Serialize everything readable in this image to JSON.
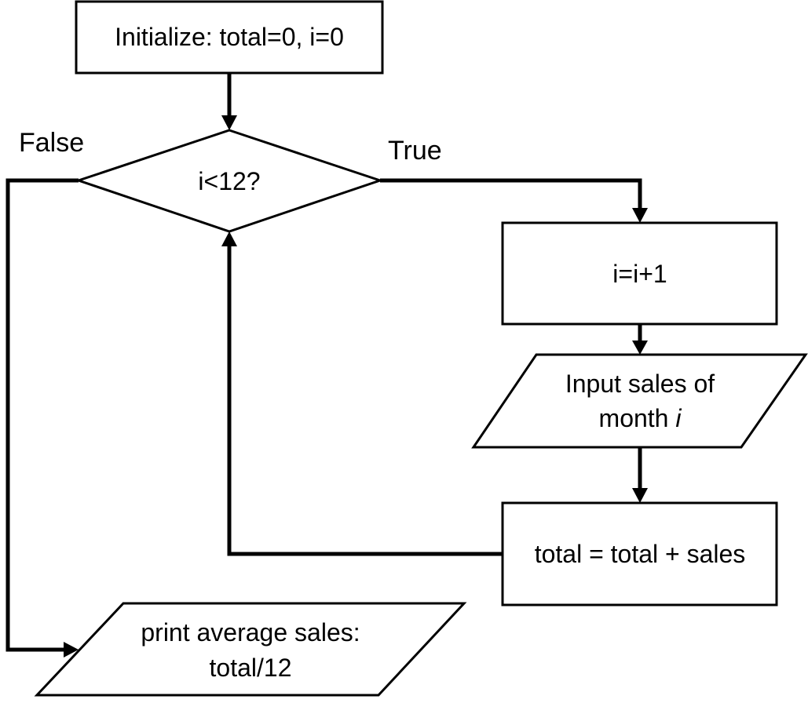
{
  "nodes": {
    "init": {
      "text": "Initialize: total=0, i=0"
    },
    "decision": {
      "text": "i<12?"
    },
    "increment": {
      "text": "i=i+1"
    },
    "input": {
      "line1": "Input sales of",
      "line2_prefix": "month ",
      "line2_italic": "i"
    },
    "accumulate": {
      "text": "total = total + sales"
    },
    "output": {
      "line1": "print average sales:",
      "line2": "total/12"
    }
  },
  "edges": {
    "true_label": "True",
    "false_label": "False"
  }
}
